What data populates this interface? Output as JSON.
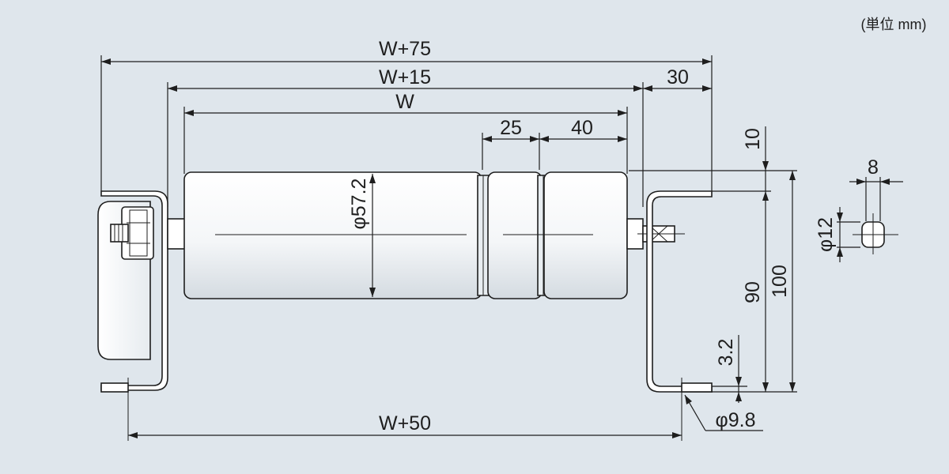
{
  "unit_note": "(単位 mm)",
  "dimensions": {
    "w75": "W+75",
    "w15": "W+15",
    "w": "W",
    "d30": "30",
    "d25": "25",
    "d40": "40",
    "d10": "10",
    "d90": "90",
    "d100": "100",
    "d32": "3.2",
    "dia572": "φ57.2",
    "dia12": "φ12",
    "d8": "8",
    "dia98": "φ9.8",
    "w50": "W+50"
  }
}
